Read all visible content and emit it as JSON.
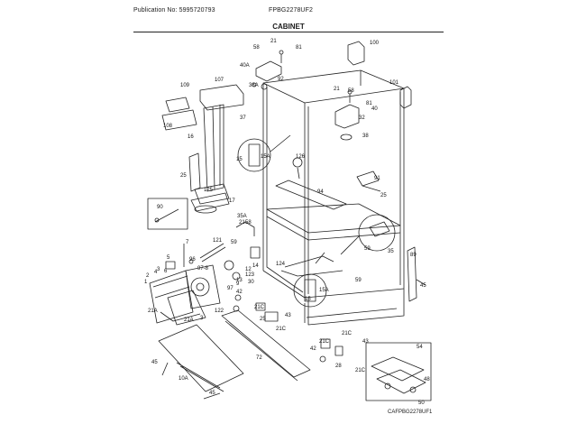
{
  "header": {
    "publication": "Publication No: 5995720793",
    "model": "FPBG2278UF2",
    "section": "CABINET"
  },
  "figure_code": "CAFPBG2278UF1",
  "part_labels": [
    "21",
    "58",
    "81",
    "100",
    "40A",
    "92",
    "38A",
    "101",
    "107",
    "21",
    "58",
    "81",
    "40",
    "109",
    "37",
    "32",
    "108",
    "38",
    "16",
    "15",
    "15A",
    "126",
    "91",
    "25",
    "125",
    "94",
    "25",
    "17",
    "90",
    "35A",
    "21",
    "58",
    "59",
    "59",
    "35",
    "121",
    "5",
    "6",
    "7",
    "96",
    "97-8",
    "14",
    "12",
    "123",
    "124",
    "59",
    "89",
    "4",
    "3",
    "2",
    "1",
    "122",
    "9",
    "97",
    "13",
    "42",
    "30",
    "15",
    "15A",
    "45",
    "21A",
    "21A",
    "3",
    "21C",
    "25",
    "43",
    "21C",
    "21C",
    "21C",
    "43",
    "54",
    "72",
    "42",
    "28",
    "45",
    "21C",
    "10A",
    "48",
    "45",
    "50"
  ]
}
